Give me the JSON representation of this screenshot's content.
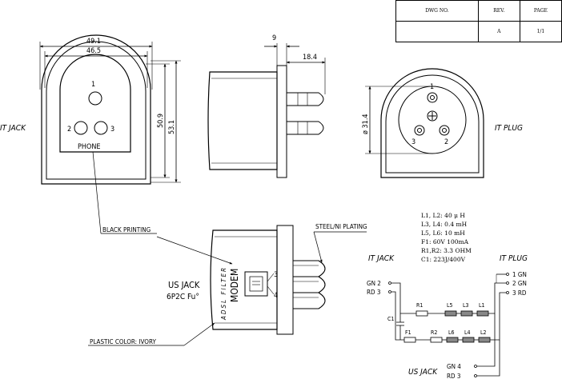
{
  "title_block": {
    "headers": [
      "DWG NO.",
      "REV.",
      "PAGE"
    ],
    "values": [
      "",
      "A",
      "1/1"
    ]
  },
  "front_view": {
    "left_label": "IT JACK",
    "dim_outer_width": "49.1",
    "dim_inner_width": "46.5",
    "dim_inner_height": "50.9",
    "dim_outer_height": "53.1",
    "pin1": "1",
    "pin2": "2",
    "pin3": "3",
    "socket_label": "PHONE"
  },
  "side_view": {
    "dim_flange": "9",
    "dim_pin_length": "18.4"
  },
  "plug_view": {
    "dim_diameter": "ø 31.4",
    "pin1": "1",
    "pin2": "2",
    "pin3": "3",
    "right_label": "IT PLUG"
  },
  "bottom_view": {
    "callout_black_printing": "BLACK PRINTING",
    "callout_plating": "STEEL/NI PLATING",
    "callout_color": "PLASTIC COLOR: IVORY",
    "body_text_filter": "ADSL FILTER",
    "body_text_modem": "MODEM",
    "jack_pin3": "3",
    "jack_pin4": "4",
    "us_jack_line1": "US JACK",
    "us_jack_line2": "6P2C Fu°"
  },
  "schematic": {
    "specs": [
      "L1, L2: 40 μ H",
      "L3, L4: 0.4 mH",
      "L5, L6: 10 mH",
      "F1: 60V 100mA",
      "R1,R2: 3.3 OHM",
      "C1: 223J/400V"
    ],
    "label_it_jack": "IT JACK",
    "label_it_plug": "IT PLUG",
    "label_us_jack": "US JACK",
    "left_terms": [
      "GN 2",
      "RD 3"
    ],
    "right_terms": [
      "1 GN",
      "2 GN",
      "3 RD"
    ],
    "us_terms": [
      "GN 4",
      "RD 3"
    ],
    "components_top": [
      "R1",
      "L5",
      "L3",
      "L1"
    ],
    "components_bottom": [
      "F1",
      "R2",
      "L6",
      "L4",
      "L2"
    ],
    "capacitor": "C1"
  }
}
